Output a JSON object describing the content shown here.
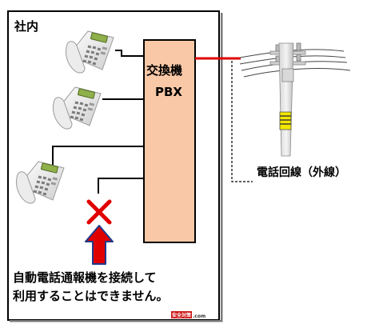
{
  "office": {
    "title": "社内"
  },
  "pbx": {
    "name": "交換機",
    "label": "PBX"
  },
  "external_line": {
    "label": "電話回線（外線）"
  },
  "notice": {
    "line1": "自動電話通報機を接続して",
    "line2": "利用することはできません。"
  },
  "watermark": {
    "mark": "安全対策",
    "text": ".com"
  },
  "colors": {
    "pbx_fill": "#f9c8a6",
    "external_link": "#e00000",
    "prohibited_mark": "#e00000",
    "arrow_fill": "#e00000",
    "arrow_outline": "#1f3a8a"
  },
  "phones": [
    {
      "name": "phone-top"
    },
    {
      "name": "phone-middle"
    },
    {
      "name": "phone-bottom"
    }
  ]
}
